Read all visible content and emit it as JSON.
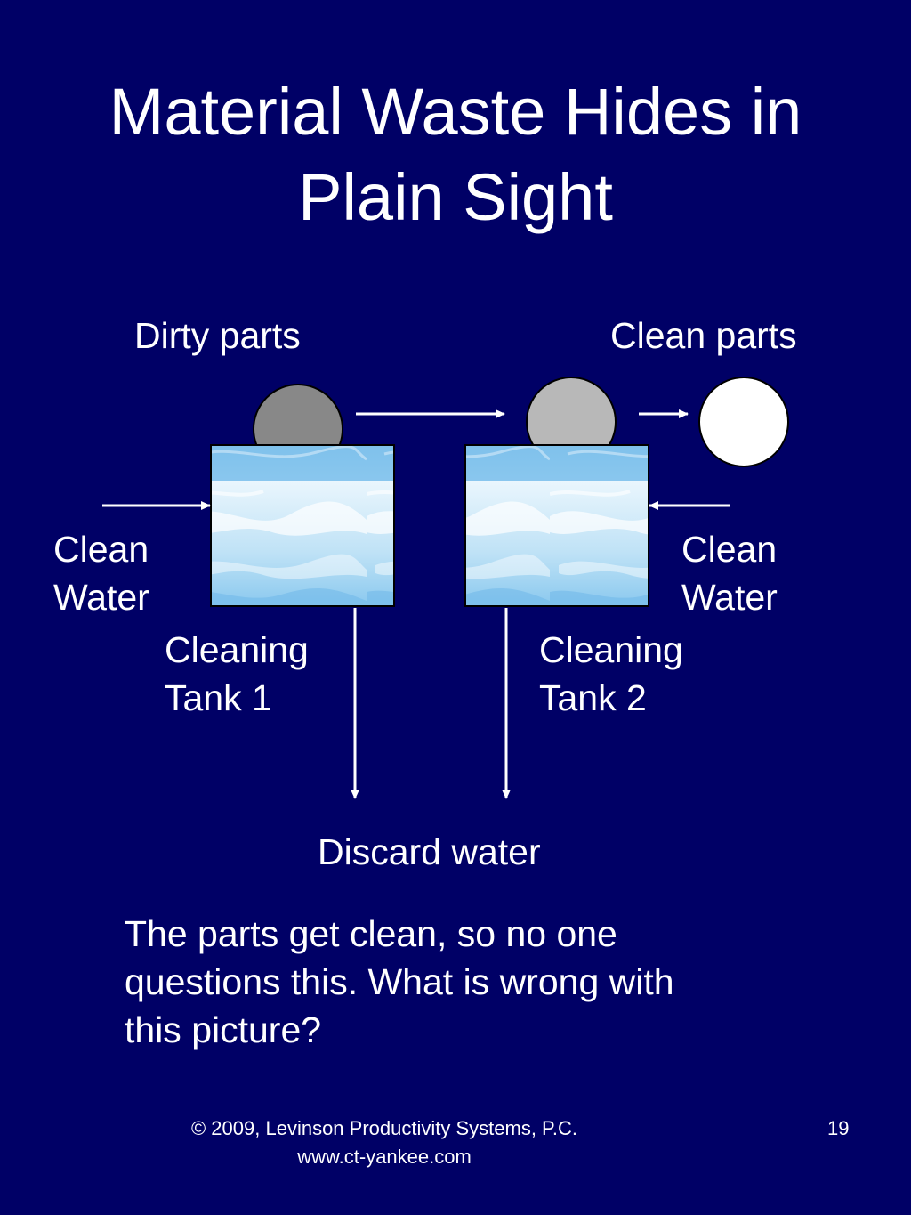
{
  "slide": {
    "title_line1": "Material Waste Hides in",
    "title_line2": "Plain Sight"
  },
  "diagram": {
    "labels": {
      "dirty_parts": "Dirty parts",
      "clean_parts": "Clean parts",
      "clean_water_left_1": "Clean",
      "clean_water_left_2": "Water",
      "clean_water_right_1": "Clean",
      "clean_water_right_2": "Water",
      "tank1_1": "Cleaning",
      "tank1_2": "Tank 1",
      "tank2_1": "Cleaning",
      "tank2_2": "Tank 2",
      "discard": "Discard water"
    },
    "colors": {
      "background": "#000066",
      "dirty_part": "#888888",
      "semi_clean_part": "#b8b8b8",
      "clean_part": "#ffffff",
      "water_light": "#e6f4fc",
      "water_mid": "#9fd2f0",
      "water_deep": "#6db6e6"
    }
  },
  "caption": {
    "line1": "The parts get clean, so no one",
    "line2": "questions this. What is wrong with",
    "line3": "this picture?"
  },
  "footer": {
    "copyright": "© 2009, Levinson Productivity Systems, P.C.",
    "website": "www.ct-yankee.com",
    "page_number": "19"
  }
}
